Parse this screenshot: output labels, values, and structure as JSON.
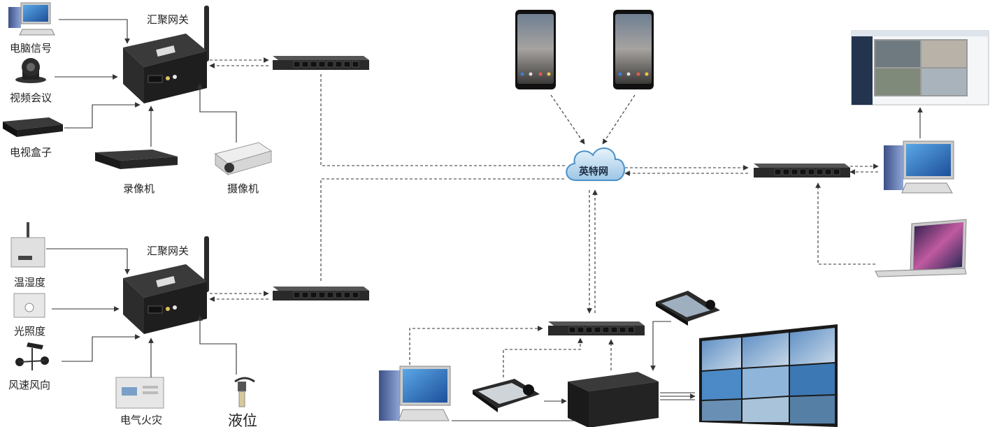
{
  "gateway_1": {
    "title": "汇聚网关",
    "inputs": [
      "电脑信号",
      "视频会议",
      "电视盒子"
    ],
    "bottom_devices": [
      "录像机",
      "摄像机"
    ]
  },
  "gateway_2": {
    "title": "汇聚网关",
    "inputs": [
      "温湿度",
      "光照度",
      "风速风向"
    ],
    "bottom_devices": [
      "电气火灾",
      "液位"
    ]
  },
  "cloud": {
    "label": "英特网"
  },
  "colors": {
    "device_dark": "#2b2b2b",
    "cloud_blue": "#4a90c9",
    "screen_blue": "#2f6fb0",
    "line": "#333333"
  }
}
